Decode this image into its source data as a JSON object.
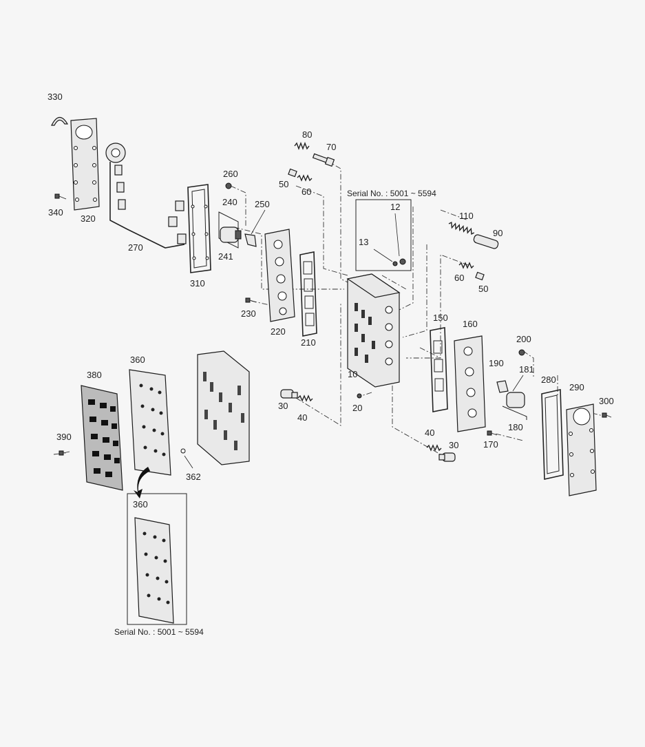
{
  "serial_note_top": "Serial No. : 5001 ~ 5594",
  "serial_note_bottom": "Serial No. : 5001 ~ 5594",
  "callouts": {
    "c10": "10",
    "c12": "12",
    "c13": "13",
    "c20": "20",
    "c30a": "30",
    "c30b": "30",
    "c40a": "40",
    "c40b": "40",
    "c50a": "50",
    "c50b": "50",
    "c60a": "60",
    "c60b": "60",
    "c70": "70",
    "c80": "80",
    "c90": "90",
    "c110": "110",
    "c150": "150",
    "c160": "160",
    "c170": "170",
    "c180": "180",
    "c181": "181",
    "c190": "190",
    "c200": "200",
    "c210": "210",
    "c220": "220",
    "c230": "230",
    "c240": "240",
    "c241": "241",
    "c250": "250",
    "c260": "260",
    "c270": "270",
    "c280": "280",
    "c290": "290",
    "c300": "300",
    "c310": "310",
    "c320": "320",
    "c330": "330",
    "c340": "340",
    "c360a": "360",
    "c360b": "360",
    "c362": "362",
    "c380": "380",
    "c390": "390"
  }
}
